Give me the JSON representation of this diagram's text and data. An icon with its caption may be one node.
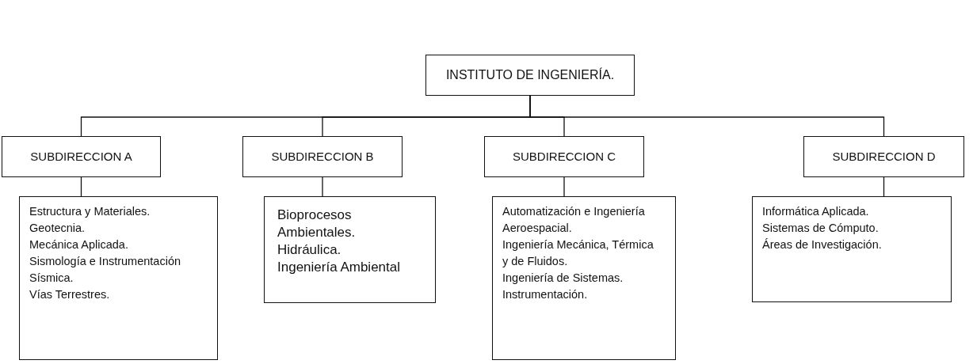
{
  "diagram": {
    "nodes": [
      {
        "text": [
          "INSTITUTO DE INGENIERÍA."
        ]
      },
      {
        "text": [
          "SUBDIRECCION A"
        ]
      },
      {
        "text": [
          "SUBDIRECCION B"
        ]
      },
      {
        "text": [
          "SUBDIRECCION C"
        ]
      },
      {
        "text": [
          "SUBDIRECCION D"
        ]
      },
      {
        "text": [
          "Estructura y Materiales.",
          "Geotecnia.",
          "Mecánica Aplicada.",
          "Sismología e Instrumentación Sísmica.",
          "Vías Terrestres."
        ]
      },
      {
        "text": [
          "Bioprocesos Ambientales.",
          "Hidráulica.",
          "Ingeniería Ambiental"
        ]
      },
      {
        "text": [
          "Automatización e Ingeniería Aeroespacial.",
          "Ingeniería Mecánica, Térmica y de Fluidos.",
          "Ingeniería de Sistemas.",
          "Instrumentación."
        ]
      },
      {
        "text": [
          "Informática Aplicada.",
          "Sistemas de Cómputo.",
          "Áreas de Investigación."
        ]
      }
    ],
    "edges": [
      {
        "from": 0,
        "to": 1,
        "arrow": "none"
      },
      {
        "from": 0,
        "to": 2,
        "arrow": "none"
      },
      {
        "from": 0,
        "to": 3,
        "arrow": "none"
      },
      {
        "from": 0,
        "to": 4,
        "arrow": "none"
      },
      {
        "from": 1,
        "to": 5,
        "arrow": "none"
      },
      {
        "from": 2,
        "to": 6,
        "arrow": "none"
      },
      {
        "from": 3,
        "to": 7,
        "arrow": "none"
      },
      {
        "from": 4,
        "to": 8,
        "arrow": "none"
      }
    ]
  }
}
